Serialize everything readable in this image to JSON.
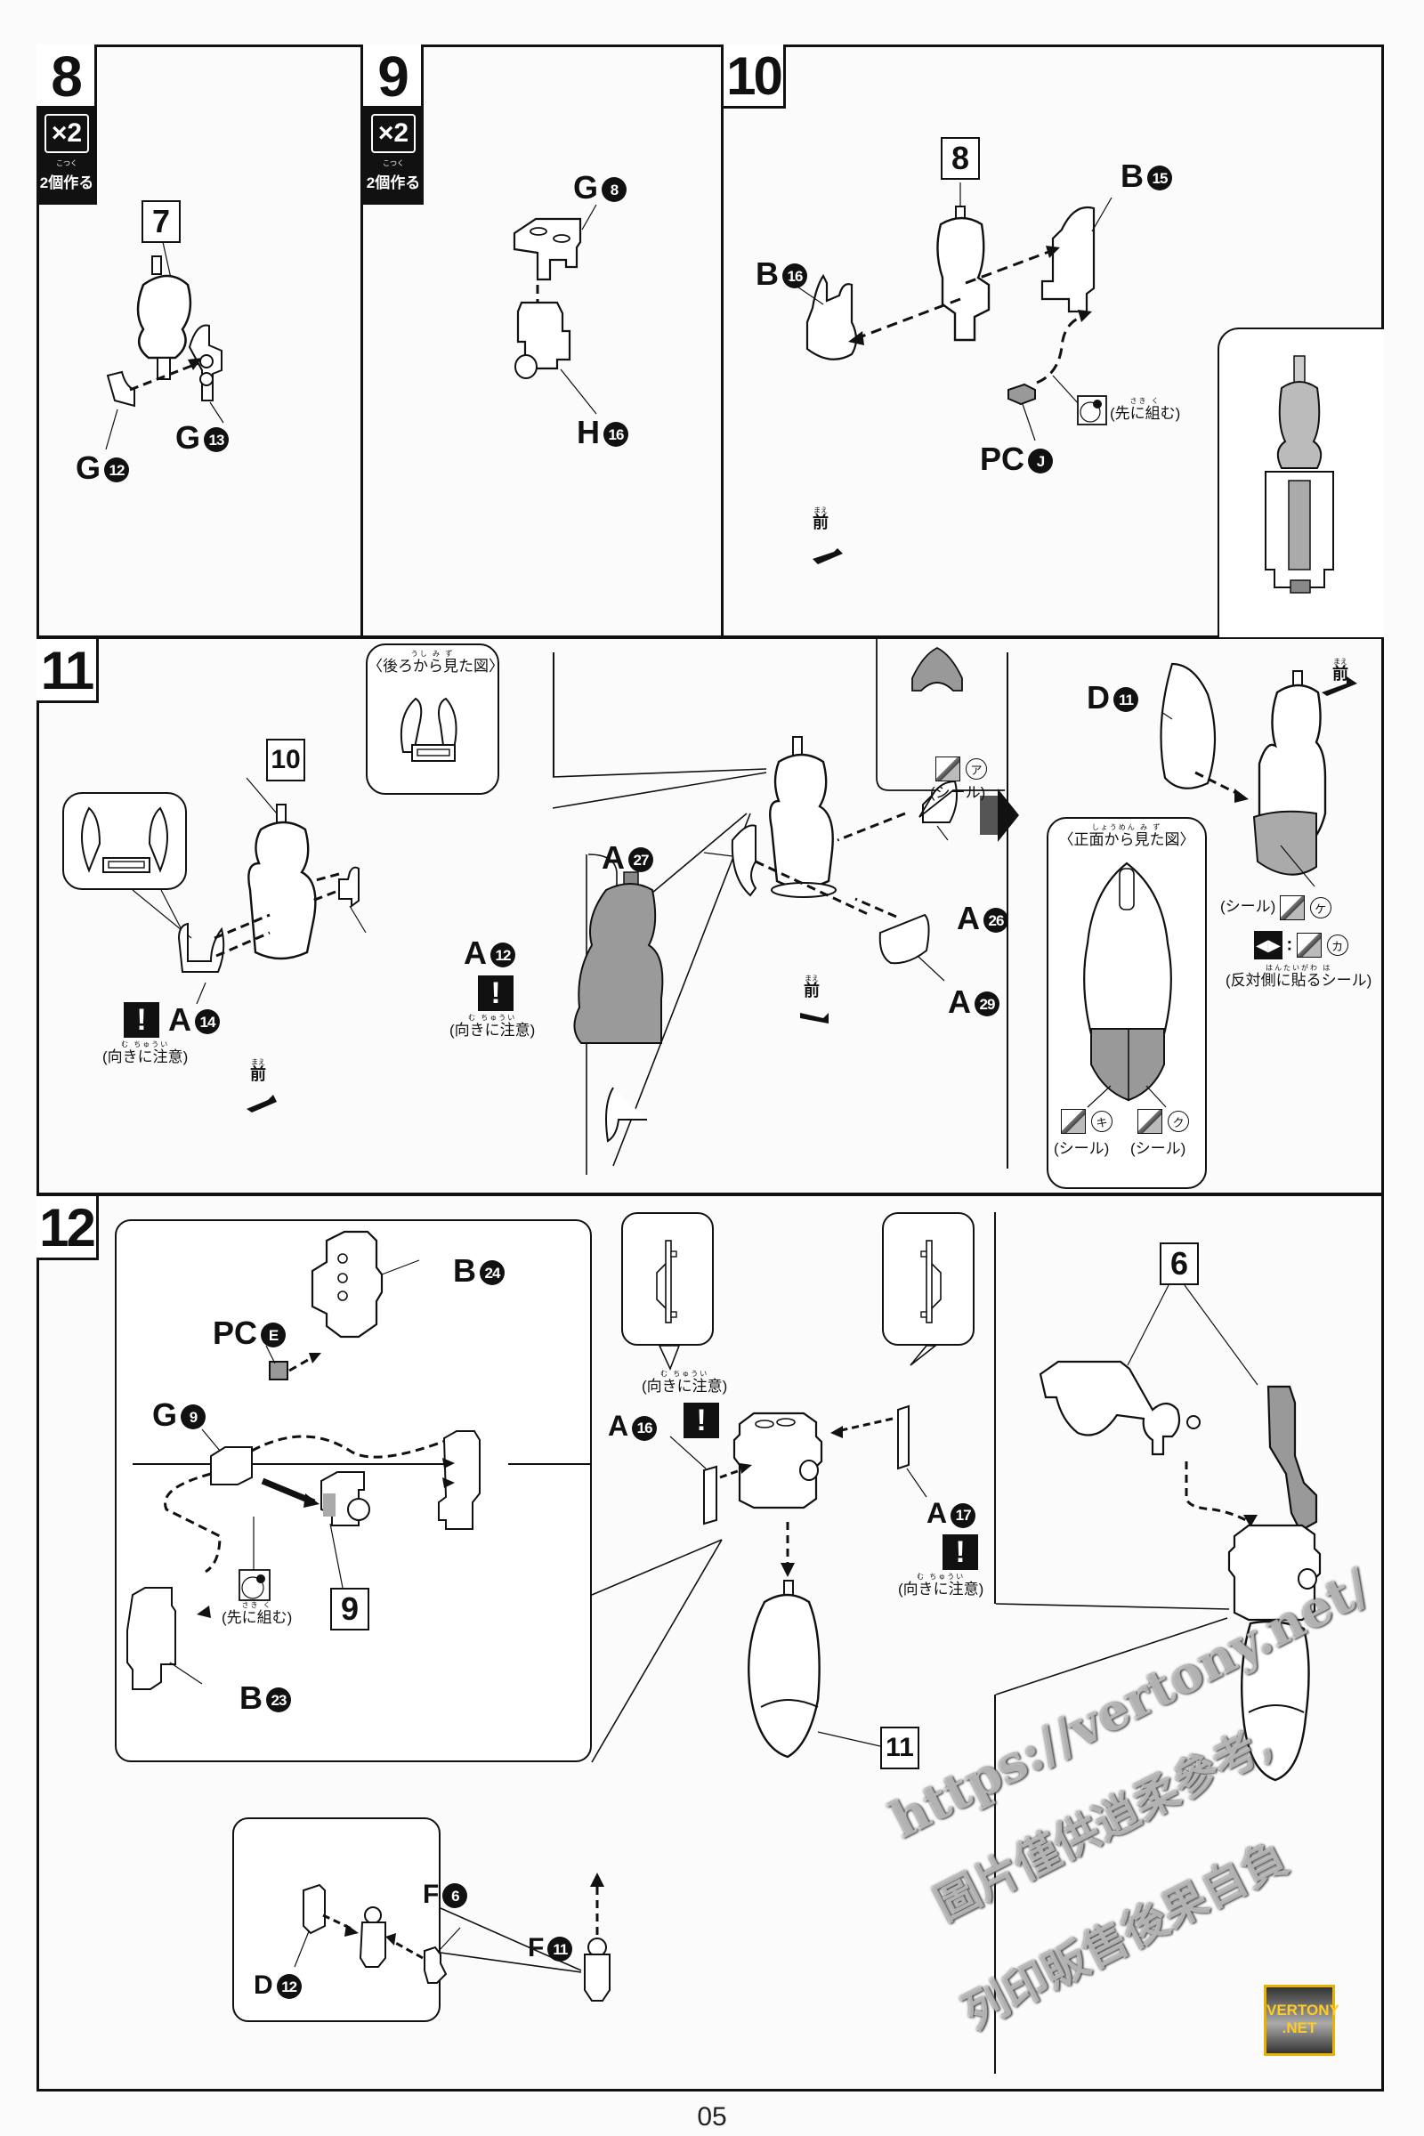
{
  "page": {
    "number": "05"
  },
  "common": {
    "make_two": "2個作る",
    "make_two_ruby": "こつく",
    "times_two": "×2",
    "front": "前",
    "front_ruby": "まえ",
    "assemble_first": "(先に組む)",
    "assemble_first_ruby": "さき く",
    "mind_direction": "(向きに注意)",
    "mind_direction_ruby": "む ちゅうい",
    "seal": "(シール)",
    "warn_glyph": "!"
  },
  "steps": [
    {
      "number": "8",
      "multiplier": "×2",
      "note": "2個作る",
      "subassembly_ref": "7",
      "parts": [
        "G⑫",
        "G⑬"
      ],
      "part_labels": [
        {
          "runner": "G",
          "num": "12"
        },
        {
          "runner": "G",
          "num": "13"
        }
      ]
    },
    {
      "number": "9",
      "multiplier": "×2",
      "note": "2個作る",
      "part_labels": [
        {
          "runner": "G",
          "num": "8"
        },
        {
          "runner": "H",
          "num": "16"
        }
      ]
    },
    {
      "number": "10",
      "subassembly_ref": "8",
      "part_labels": [
        {
          "runner": "B",
          "num": "15"
        },
        {
          "runner": "B",
          "num": "16"
        },
        {
          "runner": "PC",
          "num": "J"
        }
      ],
      "note": "(先に組む)",
      "direction": "前"
    },
    {
      "number": "11",
      "subassembly_ref": "10",
      "back_view_title": "〈後ろから見た図〉",
      "back_view_ruby": "うし み ず",
      "front_view_title": "〈正面から見た図〉",
      "front_view_ruby": "しょうめん み ず",
      "part_labels": [
        {
          "runner": "A",
          "num": "12",
          "warning": "(向きに注意)"
        },
        {
          "runner": "A",
          "num": "14",
          "warning": "(向きに注意)"
        },
        {
          "runner": "A",
          "num": "27"
        },
        {
          "runner": "A",
          "num": "26"
        },
        {
          "runner": "A",
          "num": "29"
        },
        {
          "runner": "D",
          "num": "11"
        }
      ],
      "stickers": [
        {
          "kana": "ア",
          "label": "(シール)"
        },
        {
          "kana": "ケ",
          "label": "(シール)"
        },
        {
          "kana": "カ",
          "label": "(反対側に貼るシール)",
          "ruby": "はんたいがわ は"
        },
        {
          "kana": "キ",
          "label": "(シール)"
        },
        {
          "kana": "ク",
          "label": "(シール)"
        }
      ],
      "direction": "前"
    },
    {
      "number": "12",
      "subassembly_refs": [
        "9",
        "11",
        "6"
      ],
      "part_labels": [
        {
          "runner": "PC",
          "num": "E"
        },
        {
          "runner": "B",
          "num": "24"
        },
        {
          "runner": "G",
          "num": "9"
        },
        {
          "runner": "B",
          "num": "23"
        },
        {
          "runner": "A",
          "num": "16",
          "warning": "(向きに注意)"
        },
        {
          "runner": "A",
          "num": "17",
          "warning": "(向きに注意)"
        },
        {
          "runner": "F",
          "num": "6"
        },
        {
          "runner": "F",
          "num": "11"
        },
        {
          "runner": "D",
          "num": "12"
        }
      ],
      "note": "(先に組む)"
    }
  ],
  "watermark": {
    "line1": "https://vertony.net/",
    "line2": "圖片僅供逍柔參考,",
    "line3": "列印販售後果自負",
    "logo_line1": "VERTONY",
    "logo_line2": ".NET"
  }
}
